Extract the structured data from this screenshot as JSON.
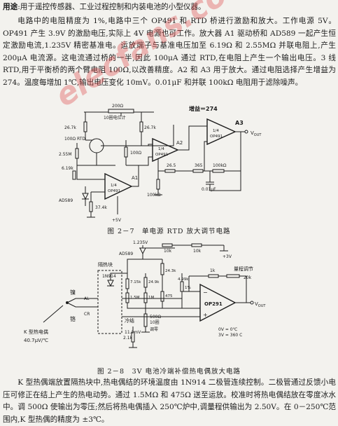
{
  "intro": {
    "lead": "用途",
    "text": ":用于遥控传感器、工业过程控制和内装电池的小型仪器。"
  },
  "para1": "电路中的电阻精度为 1%,电路中三个 OP491 和 RTD 桥进行激励和放大。工作电源 5V。OP491 产生 3.9V 的激励电压,实际上 4V 电源也可工作。放大器 A1 驱动桥和 AD589 一起产生恒定激励电流,1.235V 精密基准电。运放端子与基准电压加至 6.19Ω 和 2.55MΩ 并联电阻上,产生 200μA 电流源。这电流通过桥的一半,因此 100μA 通过 RTD,在电阻上产生一个输出电压。3 线 RTD,用于平衡桥的两个臂电阻 100Ω,以改善精度。A2 和 A3 用于放大。通过电阻选择产生增益为 274。温度每增加 1℃,输出电压变化 10mV。0.01μF 和并联 100kΩ 电阻用于滤除噪声。",
  "watermark": "elecfans.com",
  "fig1": {
    "caption": "图 2－7　单电源 RTD 放大调节电路",
    "gain": "增益＝274",
    "labels": {
      "r200": "200Ω",
      "zero_pot": "10圈电位计",
      "r267a": "26.7k",
      "r267b": "26.7k",
      "rtd": "100Ω RTD",
      "r255": "2.55M",
      "r100": "100Ω",
      "r619": "6.19k",
      "r265": "26.5",
      "r365": "365",
      "r100ka": "100kΩ",
      "r100kb": "100kΩ",
      "cap": "0.01μF",
      "r374": "37.4k",
      "ad589": "AD589",
      "vs": "+5V",
      "vout": "V",
      "vout_sub": "OUT",
      "op_frac": "1/4",
      "op_name": "OP491",
      "a1": "A1",
      "a2": "A2",
      "a3": "A3"
    }
  },
  "fig2": {
    "caption": "图 2－8　3V 电池冷端补偿热电偶放大电路",
    "labels": {
      "v1235": "1.235V",
      "ad589": "AD589",
      "r10k": "10k",
      "r10ka": "10k",
      "iso": "隔热块",
      "diode": "1N914",
      "r715": "7.15k",
      "r243": "24.3k",
      "r249": "24.9k",
      "r15m": "1.5M",
      "r1m": "1M",
      "r475": "475",
      "r499": "4.99k",
      "r11": "1%",
      "p500": "500Ω",
      "turns": "10圈",
      "zero": "调零",
      "r21": "2.1k",
      "cold": "冷结",
      "r112": "11.2mV",
      "fs_adj": "量程调节",
      "r20k": "20k",
      "r1k": "1k",
      "ni": "镍",
      "al": "AL",
      "chrome": "铬",
      "cr": "CR",
      "thermo": "K 型热电偶",
      "tc_coef": "40.7μV/℃",
      "op_name": "OP291",
      "vout": "V",
      "vout_sub": "OUT",
      "t0": "0V = 0℃",
      "t1": "3V = 360 C",
      "v3": "+3V"
    }
  },
  "para2": "K 型热偶端放置隔热块中,热电偶结的环境温度由 1N914 二极管连续控制。二极管通过反馈小电压可修正在结上产生的热电动势。通过 1.5MΩ 和 475Ω 送至运放。校准时将热电偶结放在零度冰水中。调 500Ω 使输出为零压;然后将热电偶插入 250℃炉中,调量程供输出为 2.50V。在 0－250℃范围内,K 型热偶的精度为 ±3℃。"
}
